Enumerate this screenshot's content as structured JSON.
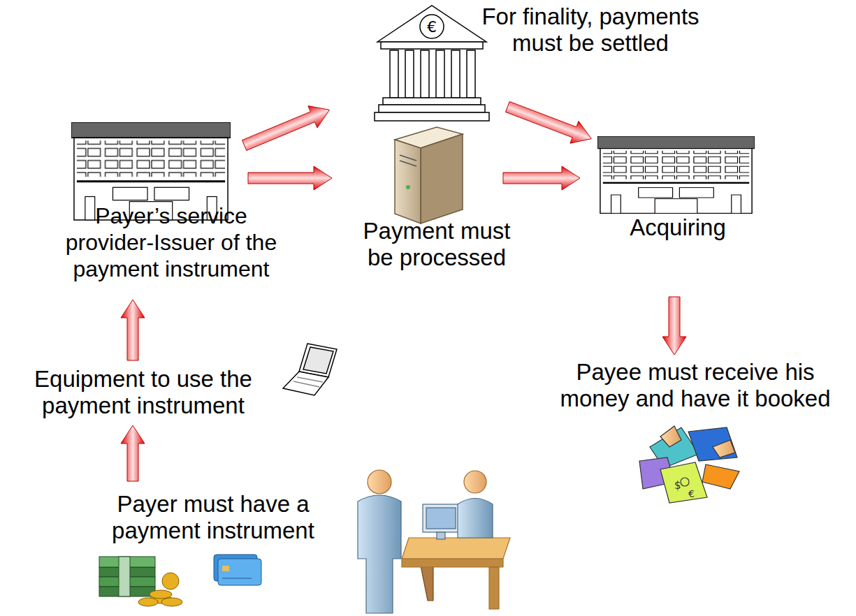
{
  "diagram": {
    "nodes": [
      {
        "text": [
          "For finality, payments must be settled"
        ]
      },
      {
        "text": [
          "Payer’s service provider-Issuer of the payment instrument"
        ]
      },
      {
        "text": [
          "Payment must be processed"
        ]
      },
      {
        "text": [
          "Acquiring"
        ]
      },
      {
        "text": [
          "Equipment to use the payment instrument"
        ]
      },
      {
        "text": [
          "Payee must receive his money and have it booked"
        ]
      },
      {
        "text": [
          "Payer must have a payment instrument"
        ]
      }
    ],
    "edges": [
      {
        "from": 6,
        "to": 4,
        "arrow": "to"
      },
      {
        "from": 4,
        "to": 1,
        "arrow": "to"
      },
      {
        "from": 1,
        "to": 0,
        "arrow": "to"
      },
      {
        "from": 1,
        "to": 2,
        "arrow": "to"
      },
      {
        "from": 0,
        "to": 3,
        "arrow": "to"
      },
      {
        "from": 2,
        "to": 3,
        "arrow": "to"
      },
      {
        "from": 3,
        "to": 5,
        "arrow": "to"
      }
    ]
  }
}
